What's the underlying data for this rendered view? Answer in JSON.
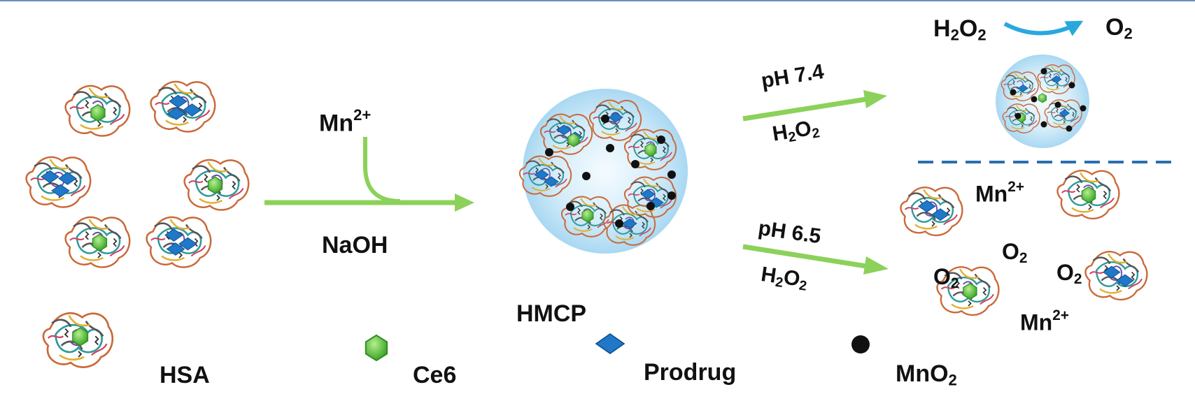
{
  "labels": {
    "mn_ion": "Mn",
    "mn_ion_charge": "2+",
    "naoh": "NaOH",
    "hsa": "HSA",
    "hmcp": "HMCP",
    "ph_high": "pH 7.4",
    "ph_low": "pH 6.5",
    "h2o2": "H",
    "h2o2_sub": "2",
    "h2o2_o": "O",
    "h2o2_sub2": "2",
    "o2": "O",
    "o2_sub": "2"
  },
  "legend": {
    "ce6": "Ce6",
    "prodrug": "Prodrug",
    "mno2": "MnO",
    "mno2_sub": "2"
  },
  "colors": {
    "arrow_green": "#8cd15a",
    "ce6_green": "#55c23a",
    "prodrug_blue": "#1f78c8",
    "mno2_black": "#111111",
    "sphere_blue": "#a9d8f2",
    "curved_arrow": "#29a8de",
    "divider": "#2a6fb0",
    "top_rule": "#6a8fbf"
  }
}
